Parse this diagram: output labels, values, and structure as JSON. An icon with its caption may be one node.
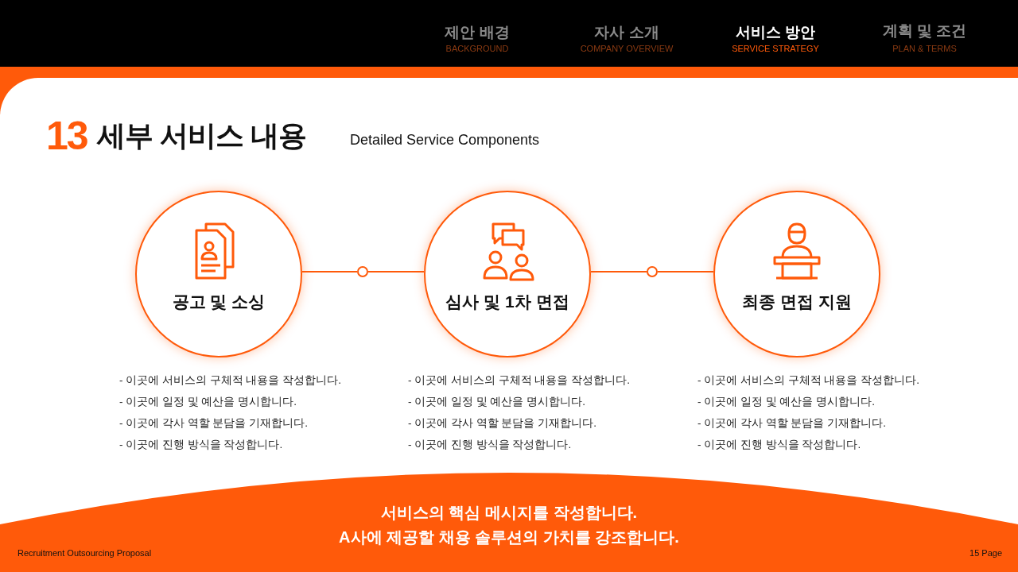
{
  "diagram": {
    "title": "세부 서비스 내용",
    "nodes": [
      {
        "text": [
          "공고 및 소싱"
        ],
        "beside": [
          "- 이곳에 서비스의 구체적 내용을 작성합니다.",
          "- 이곳에 일정 및 예산을 명시합니다.",
          "- 이곳에 각사 역할 분담을 기재합니다.",
          "- 이곳에 진행 방식을 작성합니다."
        ]
      },
      {
        "text": [],
        "shape": "circle"
      },
      {
        "text": [
          "심사 및 1차 면접"
        ],
        "beside": [
          "- 이곳에 서비스의 구체적 내용을 작성합니다.",
          "- 이곳에 일정 및 예산을 명시합니다.",
          "- 이곳에 각사 역할 분담을 기재합니다.",
          "- 이곳에 진행 방식을 작성합니다."
        ]
      },
      {
        "text": [],
        "shape": "circle"
      },
      {
        "text": [
          "최종 면접 지원"
        ],
        "beside": [
          "- 이곳에 서비스의 구체적 내용을 작성합니다.",
          "- 이곳에 일정 및 예산을 명시합니다.",
          "- 이곳에 각사 역할 분담을 기재합니다.",
          "- 이곳에 진행 방식을 작성합니다."
        ]
      }
    ],
    "edges": [
      {
        "from": 0,
        "to": 1,
        "arrow": "none"
      },
      {
        "from": 1,
        "to": 2,
        "arrow": "none"
      },
      {
        "from": 2,
        "to": 3,
        "arrow": "none"
      },
      {
        "from": 3,
        "to": 4,
        "arrow": "none"
      }
    ],
    "labels": [
      "제안 배경",
      "BACKGROUND",
      "자사 소개",
      "COMPANY OVERVIEW",
      "서비스 방안",
      "SERVICE STRATEGY",
      "계획 및 조건",
      "PLAN & TERMS",
      "13",
      "Detailed Service Components",
      "서비스의 핵심 메시지를 작성합니다.",
      "A사에 제공할 채용 솔루션의 가치를 강조합니다.",
      "Recruitment Outsourcing Proposal",
      "15 Page"
    ]
  }
}
